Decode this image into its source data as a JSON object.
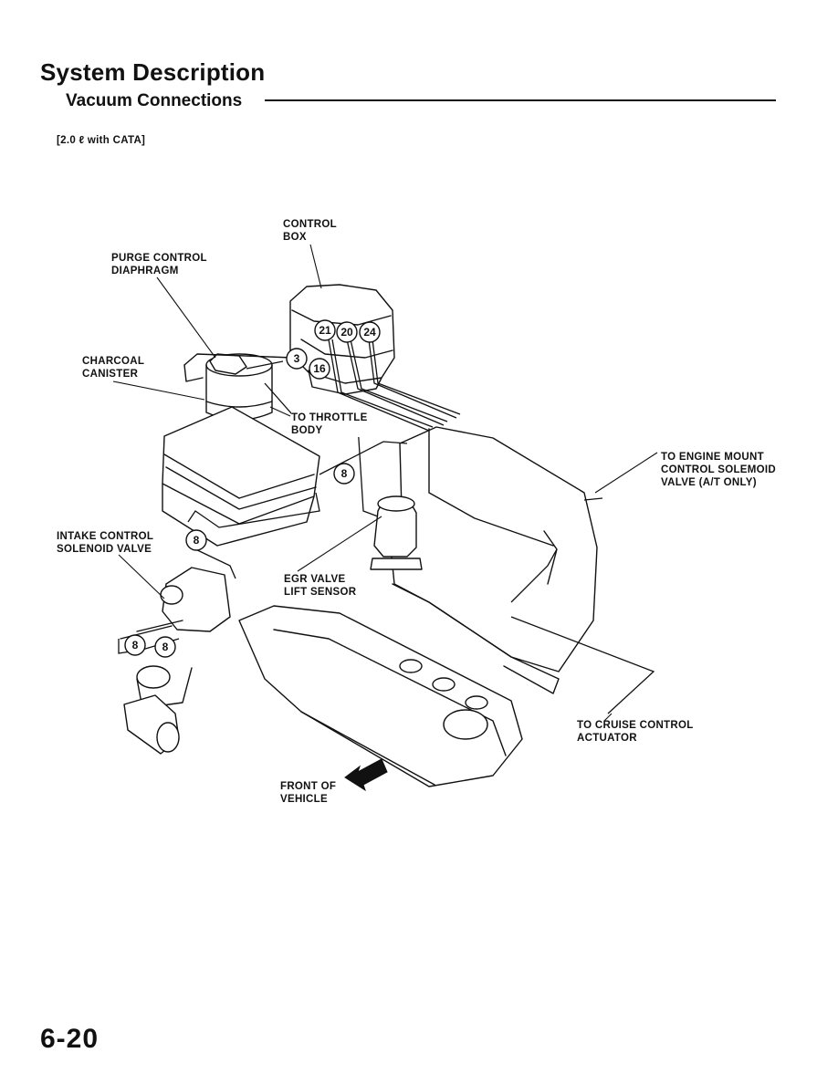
{
  "header": {
    "title": "System Description",
    "subtitle": "Vacuum Connections"
  },
  "variant": "[2.0 ℓ with CATA]",
  "labels": {
    "control_box": [
      "CONTROL",
      "BOX"
    ],
    "purge_control_diaphragm": [
      "PURGE CONTROL",
      "DIAPHRAGM"
    ],
    "charcoal_canister": [
      "CHARCOAL",
      "CANISTER"
    ],
    "to_throttle_body": [
      "TO THROTTLE",
      "BODY"
    ],
    "to_engine_mount": [
      "TO ENGINE MOUNT",
      "CONTROL SOLEMOID",
      "VALVE (A/T ONLY)"
    ],
    "intake_control_solenoid": [
      "INTAKE CONTROL",
      "SOLENOID VALVE"
    ],
    "egr_valve_lift_sensor": [
      "EGR VALVE",
      "LIFT SENSOR"
    ],
    "to_cruise_control": [
      "TO CRUISE CONTROL",
      "ACTUATOR"
    ],
    "front_of_vehicle": [
      "FRONT OF",
      "VEHICLE"
    ]
  },
  "hose_numbers": {
    "h21": "21",
    "h20": "20",
    "h24": "24",
    "h3": "3",
    "h16": "16",
    "h8a": "8",
    "h8b": "8",
    "h8c": "8",
    "h8d": "8"
  },
  "page_number": "6-20"
}
